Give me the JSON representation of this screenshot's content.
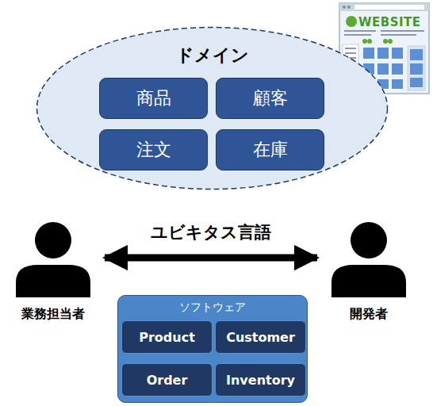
{
  "diagram": {
    "nodes": [
      {
        "text": [
          "ドメイン"
        ]
      },
      {
        "text": [
          "商品"
        ],
        "in": 0
      },
      {
        "text": [
          "顧客"
        ],
        "in": 0
      },
      {
        "text": [
          "注文"
        ],
        "in": 0
      },
      {
        "text": [
          "在庫"
        ],
        "in": 0
      },
      {
        "text": [
          "業務担当者"
        ]
      },
      {
        "text": [
          "開発者"
        ]
      },
      {
        "text": [
          "ソフトウェア"
        ]
      },
      {
        "text": [
          "Product"
        ],
        "in": 7
      },
      {
        "text": [
          "Customer"
        ],
        "in": 7
      },
      {
        "text": [
          "Order"
        ],
        "in": 7
      },
      {
        "text": [
          "Inventory"
        ],
        "in": 7
      }
    ],
    "edges": [
      {
        "from": 5,
        "to": 6,
        "label": "ユビキタス言語",
        "arrow": "both"
      }
    ],
    "labels": [
      "WEBSITE"
    ]
  }
}
